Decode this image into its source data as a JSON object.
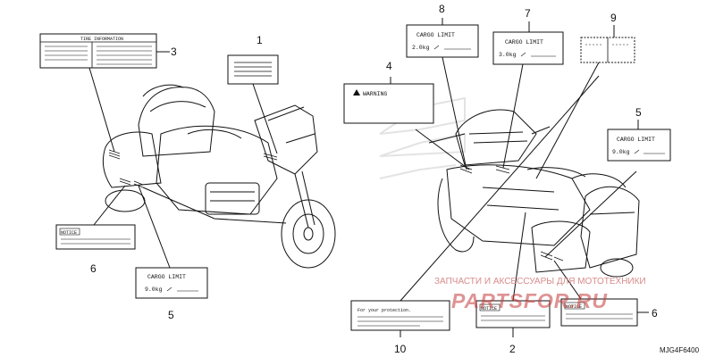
{
  "callouts": {
    "n1": "1",
    "n2": "2",
    "n3": "3",
    "n4": "4",
    "n5a": "5",
    "n5b": "5",
    "n6a": "6",
    "n6b": "6",
    "n7": "7",
    "n8": "8",
    "n9": "9",
    "n10": "10"
  },
  "labels": {
    "cargo_title": "CARGO LIMIT",
    "cargo_2": "2.0kg",
    "cargo_3": "3.0kg",
    "cargo_9": "9.0kg",
    "warning": "WARNING",
    "notice": "NOTICE",
    "protection": "For your protection.",
    "tire_header": "TIRE INFORMATION"
  },
  "watermark": {
    "text": "ЗАПЧАСТИ И АКСЕССУАРЫ ДЛЯ МОТОТЕХНИКИ",
    "logo": "PARTSFOR.RU"
  },
  "diagram_code": "MJG4F6400",
  "colors": {
    "line": "#111111",
    "watermark": "#c43b3b",
    "logo_ghost": "#e3e3e3"
  }
}
